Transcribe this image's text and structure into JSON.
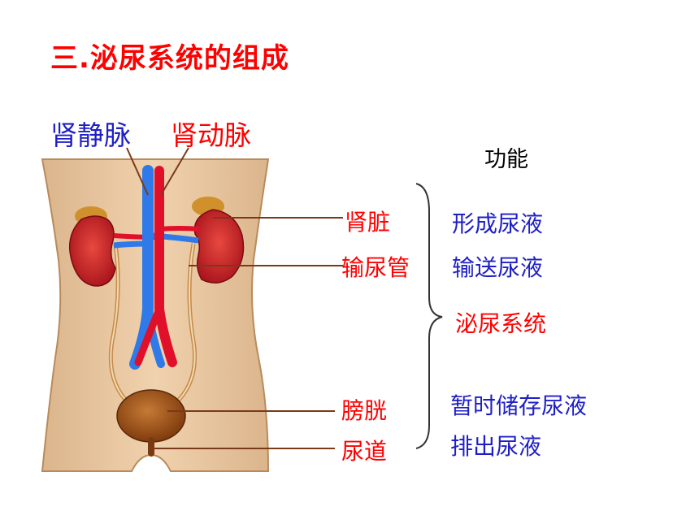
{
  "title": "三.泌尿系统的组成",
  "vessels": {
    "vein": "肾静脉",
    "artery": "肾动脉"
  },
  "function_heading": "功能",
  "organs": [
    {
      "name": "肾脏",
      "function": "形成尿液"
    },
    {
      "name": "输尿管",
      "function": "输送尿液"
    },
    {
      "name": "膀胱",
      "function": "暂时储存尿液"
    },
    {
      "name": "尿道",
      "function": "排出尿液"
    }
  ],
  "system_label": "泌尿系统",
  "colors": {
    "title": "#ff0000",
    "vein": "#1f5fe0",
    "artery": "#e0102a",
    "function_text": "#1f1fc8",
    "body_skin": "#e9c7a1",
    "body_outline": "#b98a5c",
    "kidney": "#c8202a",
    "bladder": "#9a4a12"
  }
}
